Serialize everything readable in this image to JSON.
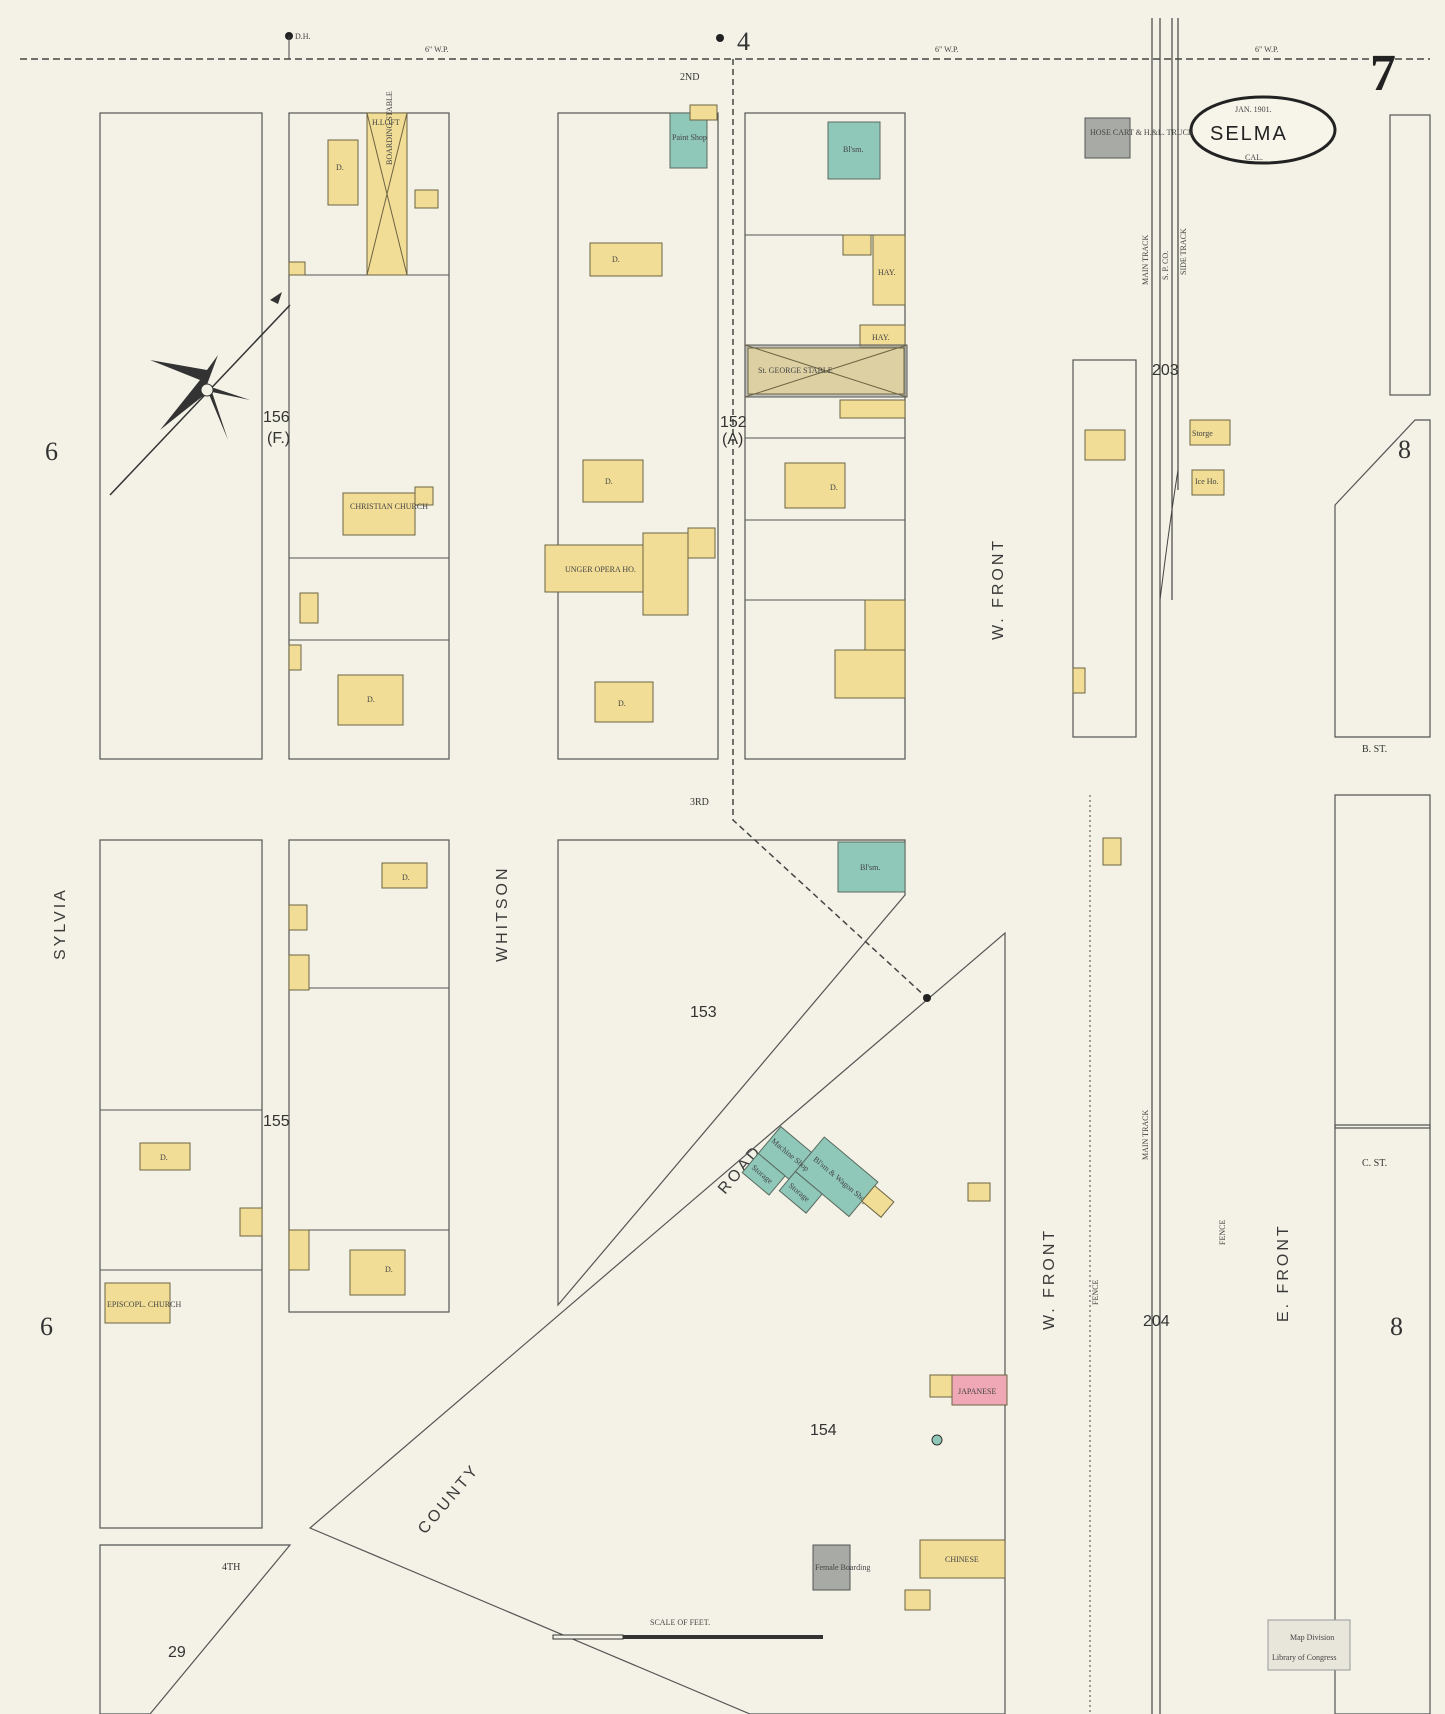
{
  "map": {
    "sheet_number": "7",
    "place": {
      "date": "JAN. 1901.",
      "city": "SELMA",
      "state": "CAL."
    },
    "adjacent_sheets": {
      "left_top": "6",
      "left_bottom": "6",
      "right_top": "8",
      "right_bottom": "8",
      "top": "4"
    },
    "streets": {
      "second": "2ND",
      "third": "3RD",
      "fourth": "4TH",
      "sylvia": "SYLVIA",
      "whitson": "WHITSON",
      "w_front_upper": "W. FRONT",
      "w_front_lower": "W. FRONT",
      "e_front": "E. FRONT",
      "county": "COUNTY",
      "road": "ROAD",
      "b_st": "B. ST.",
      "c_st": "C. ST."
    },
    "blocks": [
      "156",
      "(F.)",
      "152",
      "(A)",
      "155",
      "153",
      "154",
      "203",
      "204",
      "29"
    ],
    "buildings": {
      "boarding_stable": "BOARDING STABLE",
      "hay_loft": "H.LOFT",
      "paint_shop": "Paint Shop",
      "blsm_top": "Bl'sm.",
      "hay1": "HAY.",
      "hay2": "HAY.",
      "st_george_stable": "St. GEORGE STABLE",
      "christian_church": "CHRISTIAN CHURCH",
      "unger_opera": "UNGER OPERA HO.",
      "blsm_mid": "Bl'sm.",
      "blsm_wagon": "Bl'sm & Wagon Shop",
      "machine_shop": "Machine Shop",
      "storage1": "Storage",
      "storage2": "Storage",
      "episcopal": "EPISCOPL. CHURCH",
      "japanese": "JAPANESE",
      "chinese": "CHINESE",
      "female_boarding": "Female Boarding",
      "storage_rr": "Storge",
      "ice_ho": "Ice Ho.",
      "hose_cart": "HOSE CART & H.&L. TRUCK",
      "dwelling": "D."
    },
    "notes": {
      "scale": "SCALE OF FEET.",
      "main_track": "MAIN TRACK",
      "sp_co": "S. P. CO.",
      "side_track": "SIDE TRACK",
      "fence": "FENCE",
      "water_pipe": "6\" W.P.",
      "dh": "D.H.",
      "library": "Library of Congress",
      "map_div": "Map Division"
    },
    "colors": {
      "paper": "#f4f2e6",
      "frame_dwelling": "#f1dd95",
      "brick": "#8fc7b9",
      "adobe": "#f0a8b6"
    }
  }
}
